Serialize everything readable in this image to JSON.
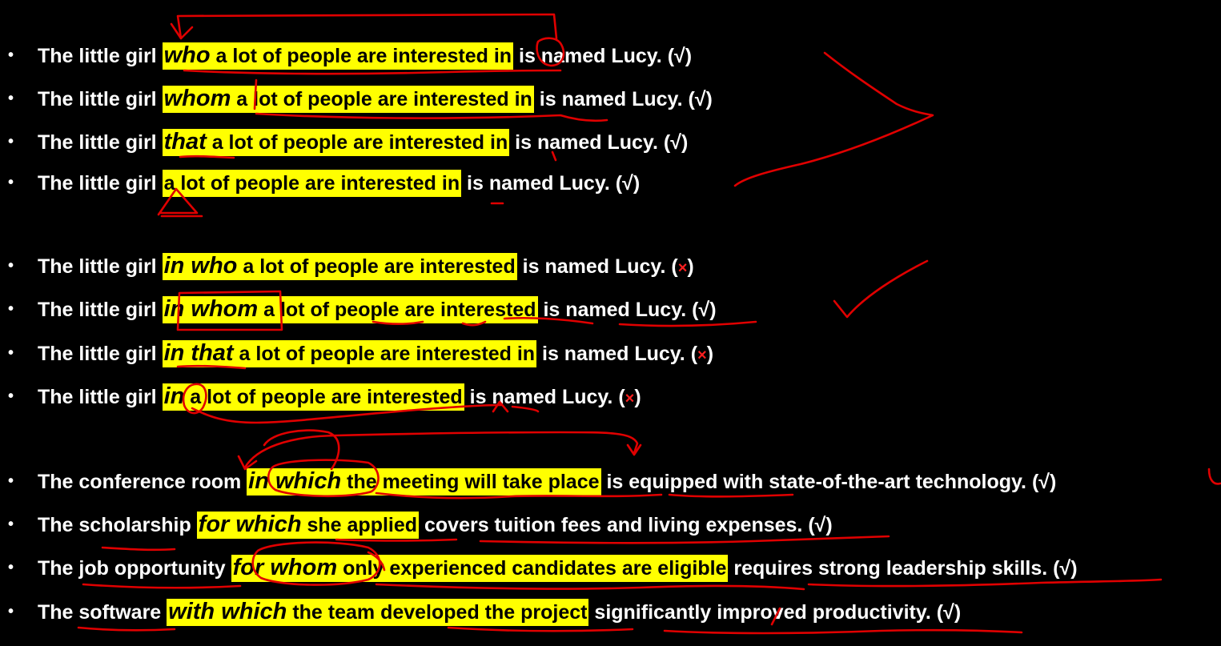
{
  "bullet": "•",
  "sentences": [
    {
      "pre": "The little girl ",
      "rel": "who",
      "clause": " a lot of people are interested in",
      "post": " is named Lucy.   (",
      "mark": "√",
      "mark_type": "ok",
      "close": ")"
    },
    {
      "pre": "The little girl ",
      "rel": "whom",
      "clause": " a lot of people are interested in",
      "post": " is named Lucy.   (",
      "mark": "√",
      "mark_type": "ok",
      "close": ")"
    },
    {
      "pre": "The little girl ",
      "rel": "that",
      "clause": " a lot of people are interested in",
      "post": " is named Lucy.   (",
      "mark": "√",
      "mark_type": "ok",
      "close": ")"
    },
    {
      "pre": "The little girl ",
      "rel": "",
      "clause": "a lot of people are interested in",
      "post": " is named Lucy.   (",
      "mark": "√",
      "mark_type": "ok",
      "close": ")"
    },
    {
      "pre": "The little girl ",
      "rel": "in who",
      "clause": " a lot of people are interested",
      "post": " is named Lucy.   (",
      "mark": "×",
      "mark_type": "bad",
      "close": ")"
    },
    {
      "pre": "The little girl ",
      "rel": "in whom",
      "clause": " a lot of people are interested",
      "post": " is named Lucy.   (",
      "mark": "√",
      "mark_type": "ok",
      "close": ")"
    },
    {
      "pre": "The little girl ",
      "rel": "in that",
      "clause": " a lot of people are interested in",
      "post": " is named Lucy.   (",
      "mark": "×",
      "mark_type": "bad",
      "close": ")"
    },
    {
      "pre": "The little girl ",
      "rel": "in",
      "clause": " a lot of people are interested",
      "post": " is named Lucy.   (",
      "mark": "×",
      "mark_type": "bad",
      "close": ")"
    },
    {
      "pre": "The conference room ",
      "rel": "in which",
      "clause": " the meeting will take place",
      "post": " is equipped with state-of-the-art technology.   (",
      "mark": "√",
      "mark_type": "ok",
      "close": ")"
    },
    {
      "pre": "The scholarship ",
      "rel": "for which",
      "clause": " she applied",
      "post": " covers tuition fees and living expenses.   (",
      "mark": "√",
      "mark_type": "ok",
      "close": ")"
    },
    {
      "pre": "The job opportunity ",
      "rel": "for whom",
      "clause": " only experienced candidates are eligible",
      "post": " requires strong leadership skills.   (",
      "mark": "√",
      "mark_type": "ok",
      "close": ")"
    },
    {
      "pre": "The software ",
      "rel": "with which",
      "clause": " the team developed the project",
      "post": " significantly improved productivity.   (",
      "mark": "√",
      "mark_type": "ok",
      "close": ")"
    }
  ]
}
